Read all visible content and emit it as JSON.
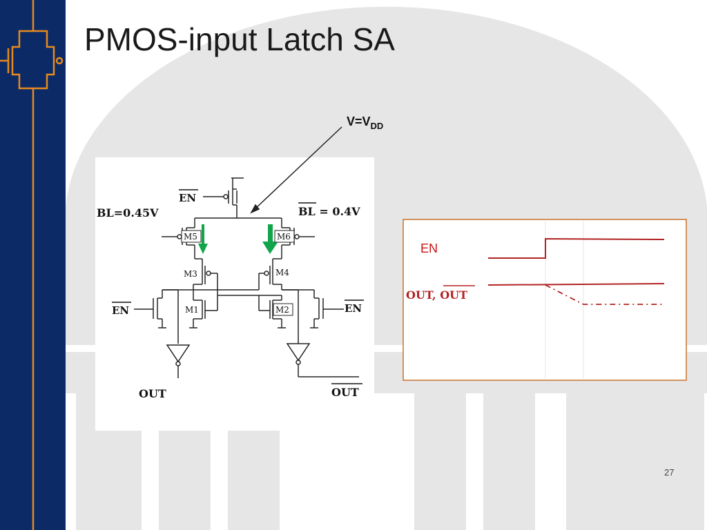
{
  "slide": {
    "title": "PMOS-input Latch SA",
    "page_number": "27"
  },
  "circuit": {
    "vdd_label_prefix": "V=V",
    "vdd_label_sub": "DD",
    "bl_label": "BL=0.45V",
    "blb_label_name": "BL",
    "blb_label_value": " = 0.4V",
    "en_bar_label": "EN",
    "transistors": [
      "M5",
      "M6",
      "M3",
      "M4",
      "M1",
      "M2"
    ],
    "out_label": "OUT",
    "outb_label": "OUT"
  },
  "timing": {
    "en_label": "EN",
    "out_label_prefix": "OUT, ",
    "out_label_bar": "OUT"
  },
  "colors": {
    "sidebar": "#0c2b66",
    "sidebar_accent": "#e88a1e",
    "arrow_green": "#10a54a",
    "waveform_red": "#b22222",
    "timing_border": "#c8722a"
  }
}
